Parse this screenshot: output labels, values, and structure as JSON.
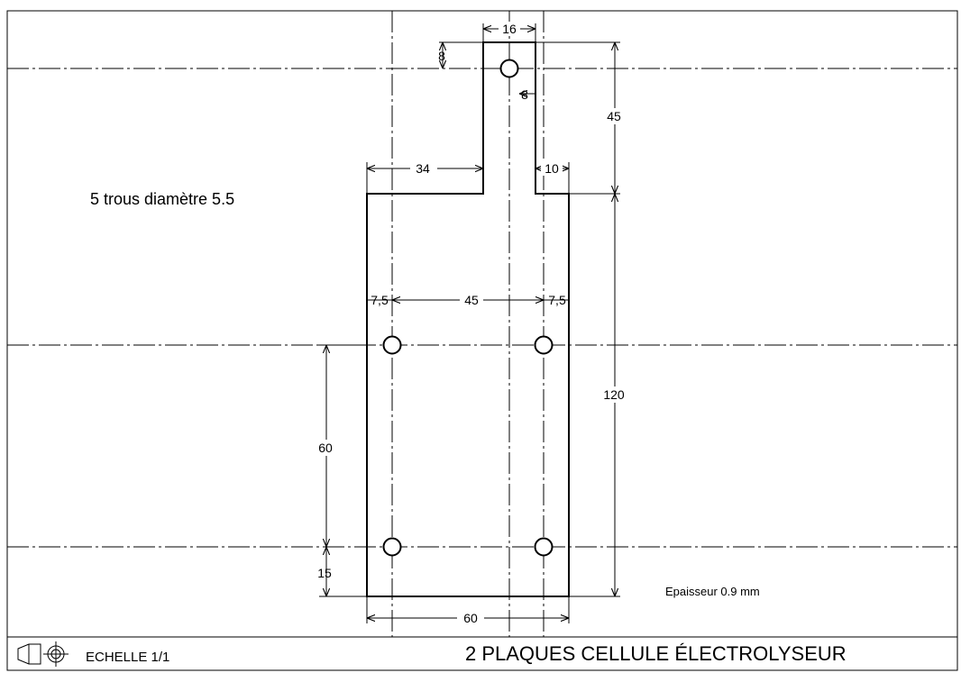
{
  "drawing": {
    "notes": {
      "holes": "5 trous diamètre 5.5",
      "thickness": "Epaisseur 0.9 mm"
    },
    "dimensions": {
      "tab_width": "16",
      "tab_hole_from_top": "8",
      "tab_hole_from_right": "8",
      "tab_height": "45",
      "left_shoulder": "34",
      "right_shoulder": "10",
      "left_hole_offset": "7,5",
      "hole_spacing_horizontal": "45",
      "right_hole_offset": "7,5",
      "body_height": "120",
      "hole_spacing_vertical": "60",
      "bottom_hole_offset": "15",
      "body_width": "60"
    },
    "title_block": {
      "scale": "ECHELLE 1/1",
      "title": "2 PLAQUES CELLULE ÉLECTROLYSEUR"
    }
  }
}
